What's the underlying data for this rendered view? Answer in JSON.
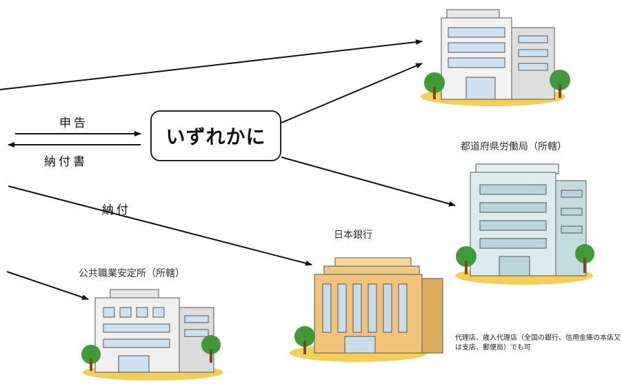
{
  "center_box": "いずれかに",
  "labels": {
    "declare": "申告",
    "payment_slip": "納付書",
    "payment": "納付"
  },
  "buildings": {
    "labor_bureau": "都道府県労働局（所轄）",
    "bank_of_japan": "日本銀行",
    "public_employment_office": "公共職業安定所（所轄）"
  },
  "note": "代理店、歳入代理店（全国の銀行、信用金庫の本店又は支店、郵便局）でも可"
}
